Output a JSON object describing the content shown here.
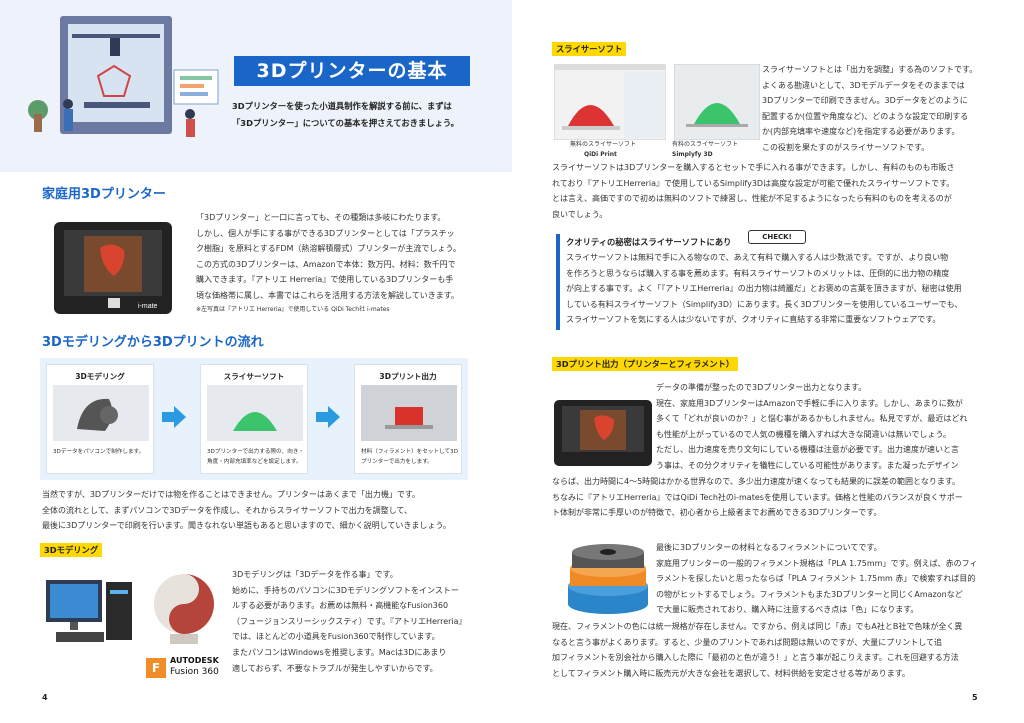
{
  "left": {
    "title": "3Dプリンターの基本",
    "intro_line1": "3Dプリンターを使った小道具制作を解説する前に、まずは",
    "intro_line2": "「3Dプリンター」についての基本を押さえておきましょう。",
    "home_heading": "家庭用3Dプリンター",
    "home_lines": [
      "「3Dプリンター」と一口に言っても、その種類は多岐にわたります。",
      "しかし、個人が手にする事ができる3Dプリンターとしては「プラスチッ",
      "ク樹脂」を原料とするFDM（熱溶解積層式）プリンターが主流でしょう。",
      "この方式の3Dプリンターは、Amazonで本体：数万円、材料：数千円で",
      "購入できます。『アトリエ Herreria』で使用している3Dプリンターも手",
      "頃な価格帯に属し、本書ではこれらを活用する方法を解説していきます。"
    ],
    "home_note": "※左写真は『アトリエ Herreria』で使用している QiDi Tech社 i-mates",
    "printer_brand": "i-mate",
    "flow_heading": "3Dモデリングから3Dプリントの流れ",
    "flow": [
      {
        "title": "3Dモデリング",
        "desc": "3Dデータをパソコンで制作します。"
      },
      {
        "title": "スライサーソフト",
        "desc": "3Dプリンターで出力する際の、向き・角度・内部充填率などを設定します。"
      },
      {
        "title": "3Dプリント出力",
        "desc": "材料（フィラメント）をセットして3Dプリンターで出力をします。"
      }
    ],
    "flow_lines": [
      "当然ですが、3Dプリンターだけでは物を作ることはできません。プリンターはあくまで「出力機」です。",
      "全体の流れとして、まずパソコンで3Dデータを作成し、それからスライサーソフトで出力を調整して、",
      "最後に3Dプリンターで印刷を行います。聞きなれない単語もあると思いますので、細かく説明していきましょう。"
    ],
    "modeling_tag": "3Dモデリング",
    "modeling_lines": [
      "3Dモデリングは「3Dデータを作る事」です。",
      "始めに、手持ちのパソコンに3Dモデリングソフトをインストー",
      "ルする必要があります。お薦めは無料・高機能なFusion360",
      "（フュージョンスリーシックスティ）です。『アトリエHerreria』",
      "では、ほとんどの小道具をFusion360で制作しています。",
      "またパソコンはWindowsを推奨します。Macは3Dにあまり",
      "適しておらず、不要なトラブルが発生しやすいからです。"
    ],
    "autodesk": "AUTODESK",
    "fusion": "Fusion 360",
    "page_number": "4"
  },
  "right": {
    "slicer_tag": "スライサーソフト",
    "caption1_a": "無料のスライサーソフト",
    "caption1_b": "QiDi Print",
    "caption2_a": "有料のスライサーソフト",
    "caption2_b": "Simplyfy 3D",
    "slicer_side_lines": [
      "スライサーソフトとは「出力を調整」する為のソフトです。",
      "よくある勘違いとして、3Dモデルデータをそのままでは",
      "3Dプリンターで印刷できません。3Dデータをどのように",
      "配置するか(位置や角度など)、どのような設定で印刷する",
      "か(内部充填率や速度など)を指定する必要があります。",
      "この役割を果たすのがスライサーソフトです。"
    ],
    "slicer_lines": [
      "スライサーソフトは3Dプリンターを購入するとセットで手に入れる事ができます。しかし、有料のものも市販さ",
      "れており『アトリエHerreria』で使用しているSimplify3Dは高度な設定が可能で優れたスライサーソフトです。",
      "とは言え、高価ですので初めは無料のソフトで練習し、性能が不足するようになったら有料のものを考えるのが",
      "良いでしょう。"
    ],
    "check_heading": "クオリティの秘密はスライサーソフトにあり",
    "check_label": "CHECK!",
    "check_lines": [
      "スライサーソフトは無料で手に入る物なので、あえて有料で購入する人は少数派です。ですが、より良い物",
      "を作ろうと思うならば購入する事を薦めます。有料スライサーソフトのメリットは、圧倒的に出力物の精度",
      "が向上する事です。よく「『アトリエHerreria』の出力物は綺麗だ」とお褒めの言葉を頂きますが、秘密は使用",
      "している有料スライサーソフト（Simplify3D）にあります。長く3Dプリンターを使用しているユーザーでも、",
      "スライサーソフトを気にする人は少ないですが、クオリティに直結する非常に重要なソフトウェアです。"
    ],
    "print_tag": "3Dプリント出力（プリンターとフィラメント）",
    "print_lines": [
      "データの準備が整ったので3Dプリンター出力となります。",
      "現在、家庭用3DプリンターはAmazonで手軽に手に入ります。しかし、あまりに数が",
      "多くて「どれが良いのか？」と悩む事があるかもしれません。私見ですが、最近はどれ",
      "も性能が上がっているので人気の機種を購入すれば大きな間違いは無いでしょう。",
      "ただし、出力速度を売り文句にしている機種は注意が必要です。出力速度が速いと言",
      "う事は、その分クオリティを犠牲にしている可能性があります。また凝ったデザイン"
    ],
    "print_full_lines": [
      "ならば、出力時間に4～5時間はかかる世界なので、多少出力速度が速くなっても結果的に誤差の範囲となります。",
      "ちなみに『アトリエHerreria』ではQiDi Tech社のi-matesを使用しています。価格と性能のバランスが良くサポー",
      "ト体制が非常に手厚いのが特徴で、初心者から上級者までお薦めできる3Dプリンターです。"
    ],
    "filament_lines": [
      "最後に3Dプリンターの材料となるフィラメントについてです。",
      "家庭用プリンターの一般的フィラメント規格は「PLA 1.75mm」です。例えば、赤のフィ",
      "ラメントを探したいと思ったならば「PLA フィラメント 1.75mm 赤」で検索すれば目的",
      "の物がヒットするでしょう。フィラメントもまた3Dプリンターと同じくAmazonなど",
      "で大量に販売されており、購入時に注意するべき点は「色」になります。"
    ],
    "filament_full_lines": [
      "現在、フィラメントの色には統一規格が存在しません。ですから、例えば同じ「赤」でもA社とB社で色味が全く異",
      "なると言う事がよくあります。すると、少量のプリントであれば問題は無いのですが、大量にプリントして追",
      "加フィラメントを別会社から購入した際に「最初のと色が違う！」と言う事が起こりえます。これを回避する方法",
      "としてフィラメント購入時に販売元が大きな会社を選択して、材料供給を安定させる等があります。"
    ],
    "page_number": "5"
  }
}
